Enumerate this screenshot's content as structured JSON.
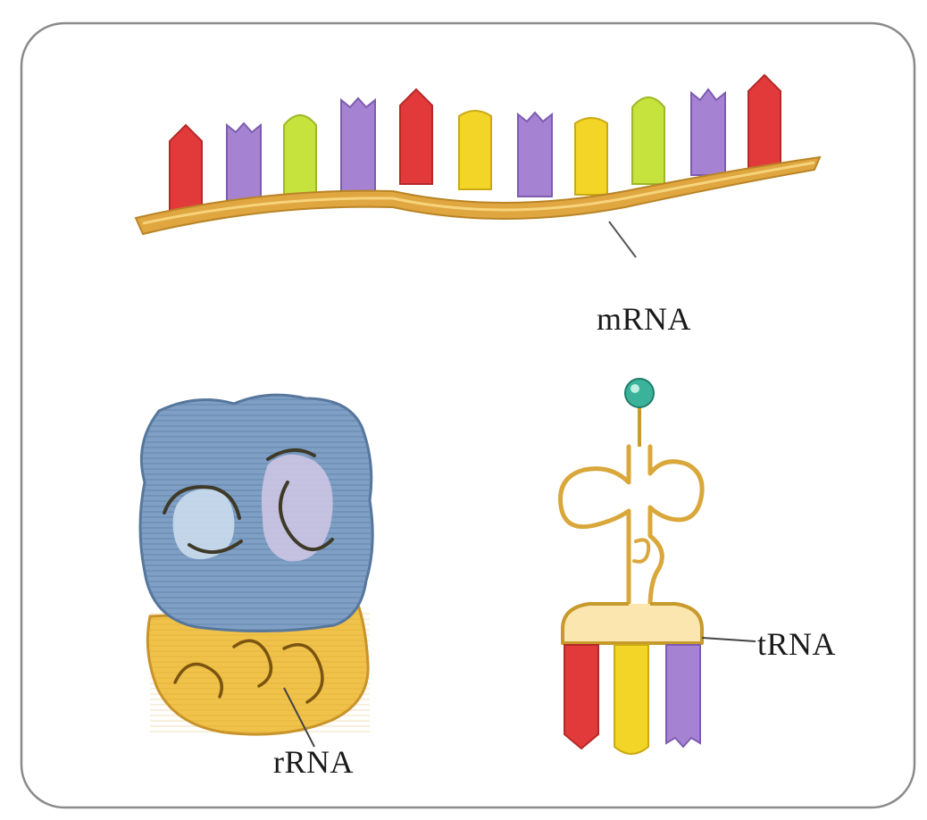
{
  "labels": {
    "mrna": "mRNA",
    "trna": "tRNA",
    "rrna": "rRNA"
  },
  "colors": {
    "red": "#e23a3a",
    "purple": "#a682d2",
    "green_yellow": "#c6e23c",
    "yellow": "#f2d526",
    "backbone": "#e0a640",
    "trna_body": "#d9a73a",
    "ribosome_large": "#7f9fc4",
    "ribosome_small": "#f0c24a",
    "anchor_ball": "#3ab39a",
    "frame": "#8a8a8a"
  }
}
